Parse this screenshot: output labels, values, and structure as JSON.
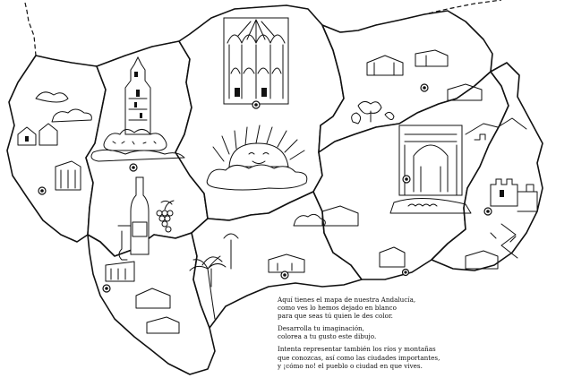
{
  "caption": {
    "paragraph1": [
      "Aquí tienes el mapa de nuestra Andalucía,",
      "como ves lo hemos dejado en blanco",
      "para que seas tú quien le des color."
    ],
    "paragraph2": [
      "Desarrolla tu imaginación,",
      "colorea a tu gusto este dibujo."
    ],
    "paragraph3": [
      "Intenta representar también los ríos y montañas",
      "que conozcas, así como las ciudades importantes,",
      "y ¡cómo no! el pueblo o ciudad en que vives."
    ]
  },
  "provinces": [
    "huelva",
    "sevilla",
    "cordoba",
    "jaen",
    "cadiz",
    "malaga",
    "granada",
    "almeria"
  ],
  "icons": [
    "giralda-tower-icon",
    "mezquita-arches-icon",
    "sun-face-icon",
    "alhambra-arch-icon",
    "wine-bottle-icon",
    "grapes-icon",
    "village-houses-icon",
    "olive-trees-icon",
    "palm-tree-icon",
    "castle-walls-icon",
    "clouds-icon"
  ]
}
